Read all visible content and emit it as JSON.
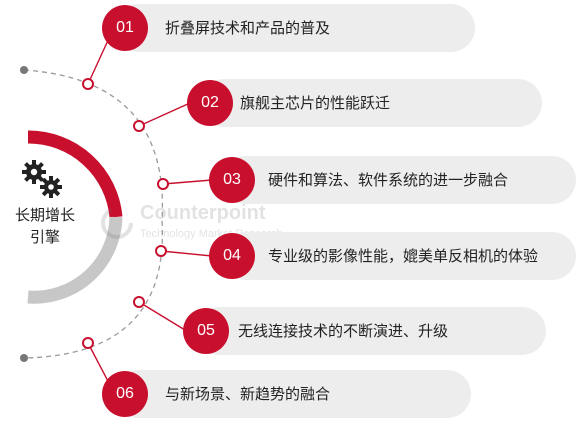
{
  "center": {
    "line1": "长期增长",
    "line2": "引擎"
  },
  "items": [
    {
      "num": "01",
      "text": "折叠屏技术和产品的普及"
    },
    {
      "num": "02",
      "text": "旗舰主芯片的性能跃迁"
    },
    {
      "num": "03",
      "text": "硬件和算法、软件系统的进一步融合"
    },
    {
      "num": "04",
      "text": "专业级的影像性能，媲美单反相机的体验"
    },
    {
      "num": "05",
      "text": "无线连接技术的不断演进、升级"
    },
    {
      "num": "06",
      "text": "与新场景、新趋势的融合"
    }
  ],
  "watermark": {
    "name": "Counterpoint",
    "sub": "Technology Market Research"
  },
  "colors": {
    "accent": "#c8102e",
    "pill": "#ededed",
    "gray": "#c7c7c7"
  },
  "icons": {
    "center": "gears-icon"
  }
}
